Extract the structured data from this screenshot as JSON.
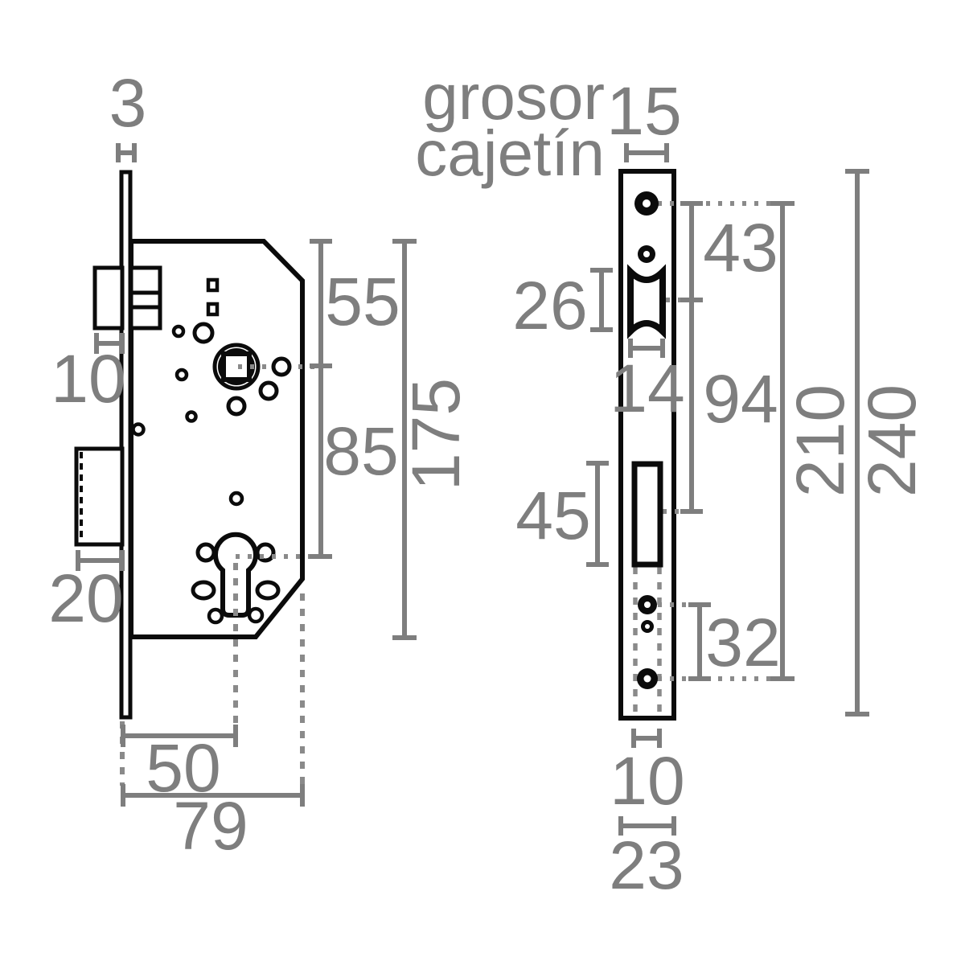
{
  "drawing_title": "mortise lock dimensional diagram",
  "colors": {
    "line": "#0b0b0b",
    "dimension": "#7e7e7e",
    "background": "#ffffff"
  },
  "left": {
    "view_name": "lock case side view",
    "faceplate_thickness": "3",
    "latch_projection": "10",
    "deadbolt_projection": "20",
    "top_to_spindle": "55",
    "spindle_to_cylinder": "85",
    "case_height": "175",
    "backset": "50",
    "total_depth": "79"
  },
  "right": {
    "view_name": "faceplate front view",
    "title_line1": "grosor",
    "title_line2": "cajetín",
    "top_width": "15",
    "latch_height": "26",
    "latch_width": "14",
    "screw_to_latch": "43",
    "latch_to_bolt": "94",
    "bolt_height": "45",
    "screw_gap": "32",
    "screw_span": "210",
    "plate_length": "240",
    "slot_width": "10",
    "plate_width": "23"
  }
}
